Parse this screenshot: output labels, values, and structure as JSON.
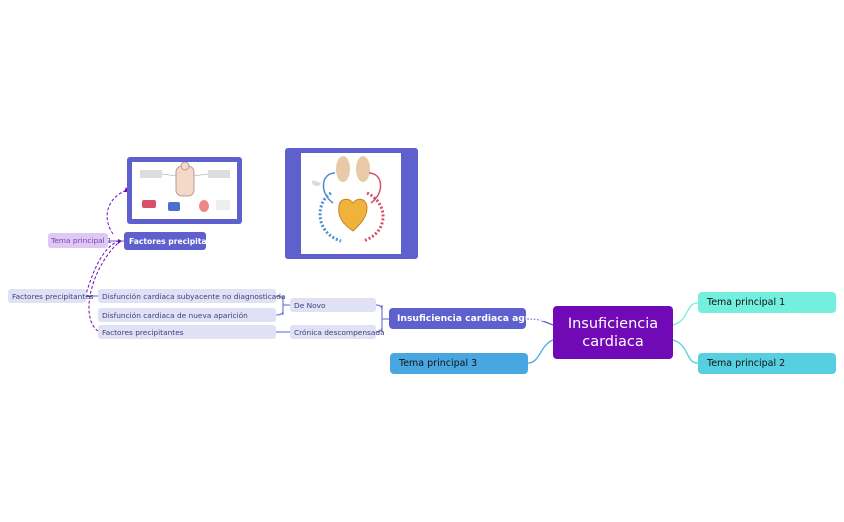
{
  "central": {
    "label": "Insuficiencia cardiaca"
  },
  "topics": {
    "tema1": "Tema principal 1",
    "tema2": "Tema principal 2",
    "tema3": "Tema principal 3",
    "aguda": "Insuficiencia cardiaca aguda"
  },
  "aguda_children": {
    "de_novo": "De Novo",
    "cronica": "Crónica descompensada"
  },
  "leaves": {
    "disfuncion_subyacente": "Disfunción cardiaca subyacente no diagnosticada",
    "disfuncion_nueva": "Disfunción cardiaca de nueva aparición",
    "factores_cronica": "Factores precipitantes"
  },
  "floating": {
    "factores_left": "Factores precipitantes",
    "tema_principal_small": "Tema principal 1",
    "factores_top": "Factores precipitantes"
  },
  "colors": {
    "central": "#7209b7",
    "green": "#72efdd",
    "cyan": "#56cfe1",
    "blue": "#48a7e0",
    "indigo": "#5e60ce",
    "subtopic": "#e0e1f5",
    "relation": "#7209b7"
  },
  "icons": {
    "image1": "anatomy-illustration",
    "image2": "heart-circulation-illustration"
  }
}
